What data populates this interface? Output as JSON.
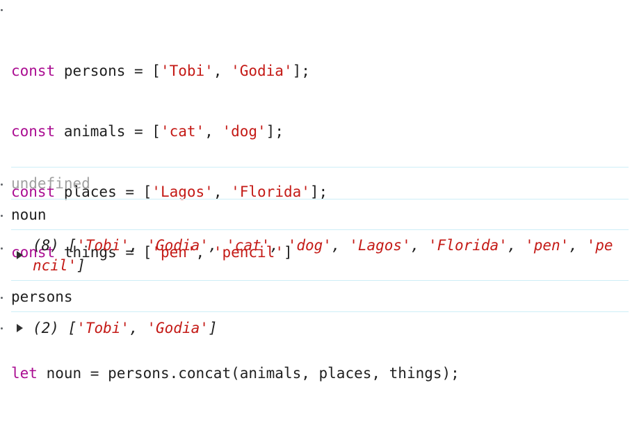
{
  "console": {
    "input": {
      "lines": [
        {
          "kw": "const",
          "name": " persons = [",
          "s1": "'Tobi'",
          "sep": ", ",
          "s2": "'Godia'",
          "end": "];"
        },
        {
          "kw": "const",
          "name": " animals = [",
          "s1": "'cat'",
          "sep": ", ",
          "s2": "'dog'",
          "end": "];"
        },
        {
          "kw": "const",
          "name": " places = [",
          "s1": "'Lagos'",
          "sep": ", ",
          "s2": "'Florida'",
          "end": "];"
        },
        {
          "kw": "const",
          "name": " things = [",
          "s1": "'pen'",
          "sep": ", ",
          "s2": "'pencil'",
          "end": "]"
        }
      ],
      "let_line": {
        "kw": "let",
        "rest": " noun = persons.concat(animals, places, things);"
      }
    },
    "result_undefined": "undefined",
    "cmd_noun": "noun",
    "noun_result": {
      "count": "(8) [",
      "items": [
        "'Tobi'",
        "'Godia'",
        "'cat'",
        "'dog'",
        "'Lagos'",
        "'Florida'",
        "'pen'"
      ],
      "wrap_start": "'pe",
      "wrap_end": "ncil'",
      "close": "]"
    },
    "cmd_persons": "persons",
    "persons_result": {
      "count": "(2) [",
      "items": [
        "'Tobi'",
        "'Godia'"
      ],
      "close": "]"
    }
  }
}
